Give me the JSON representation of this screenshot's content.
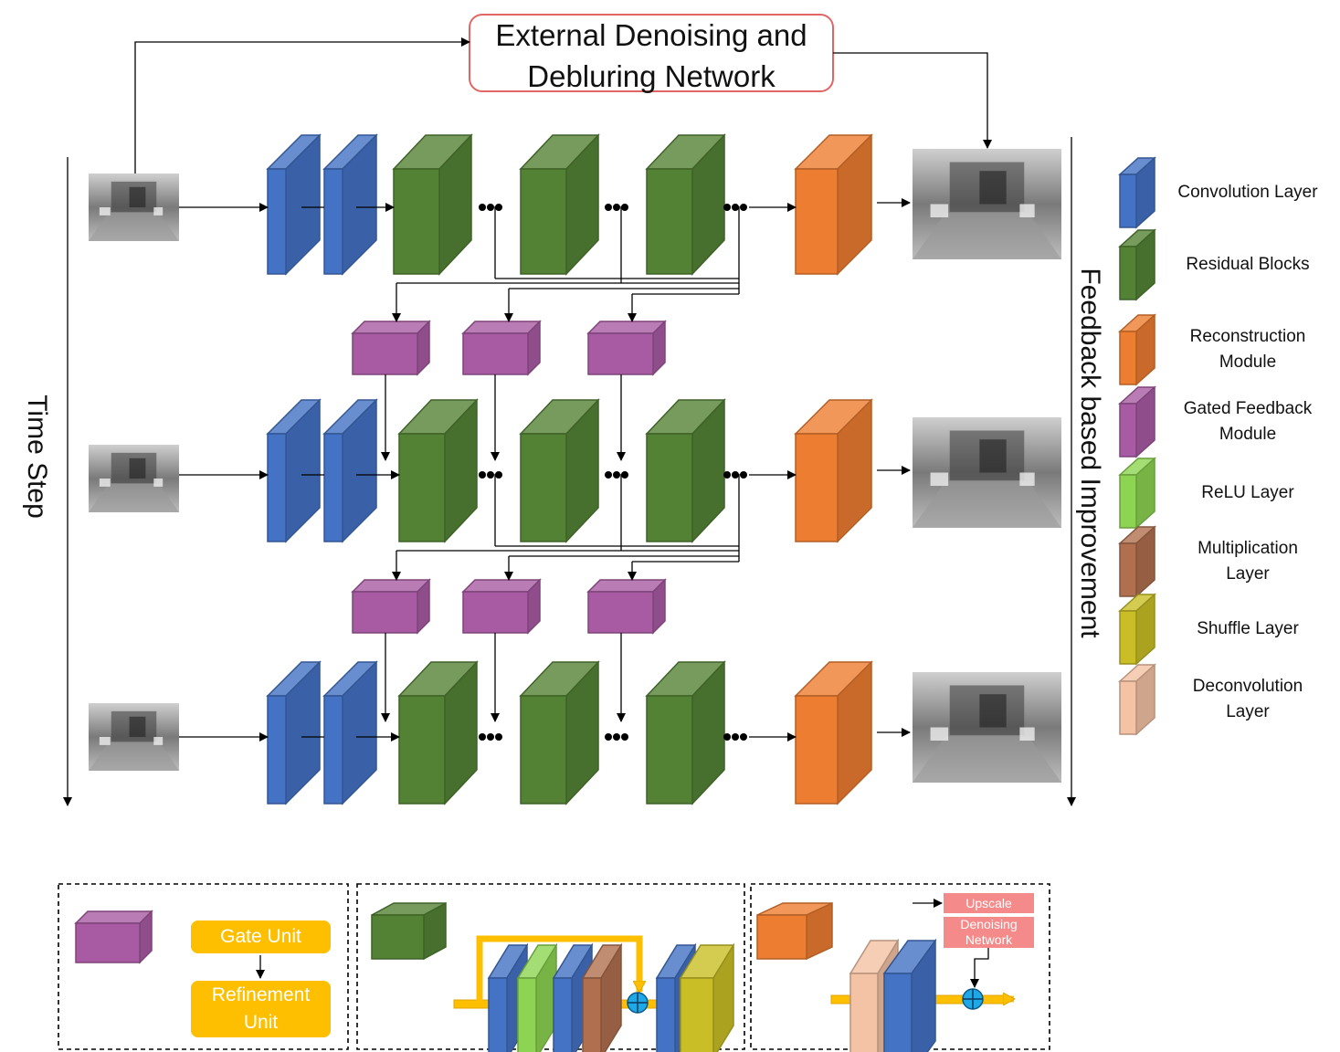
{
  "top_box": {
    "text": "External Denoising and\nDebluring Network",
    "border_color": "#e06666"
  },
  "axis_labels": {
    "time": "Time Step",
    "feedback": "Feedback based Improvement"
  },
  "legend": [
    {
      "label": "Convolution Layer",
      "color": "#4472c4"
    },
    {
      "label": "Residual Blocks",
      "color": "#548235"
    },
    {
      "label": "Reconstruction\nModule",
      "color": "#ed7d31"
    },
    {
      "label": "Gated Feedback\nModule",
      "color": "#a85ba3"
    },
    {
      "label": "ReLU Layer",
      "color": "#8cd451"
    },
    {
      "label": "Multiplication\nLayer",
      "color": "#b0704f"
    },
    {
      "label": "Shuffle Layer",
      "color": "#c9be26"
    },
    {
      "label": "Deconvolution\nLayer",
      "color": "#f4c2a4"
    }
  ],
  "details": {
    "gate_unit": "Gate Unit",
    "refinement_unit": "Refinement\nUnit",
    "upscale": "Upscale",
    "denoising_network": "Denoising\nNetwork"
  },
  "colors": {
    "conv": "#4472c4",
    "residual": "#548235",
    "recon": "#ed7d31",
    "gated": "#a85ba3",
    "relu": "#8cd451",
    "mult": "#b0704f",
    "shuffle": "#c9be26",
    "deconv": "#f4c2a4",
    "skip": "#fdbf00",
    "plus": "#1fa8e8"
  }
}
